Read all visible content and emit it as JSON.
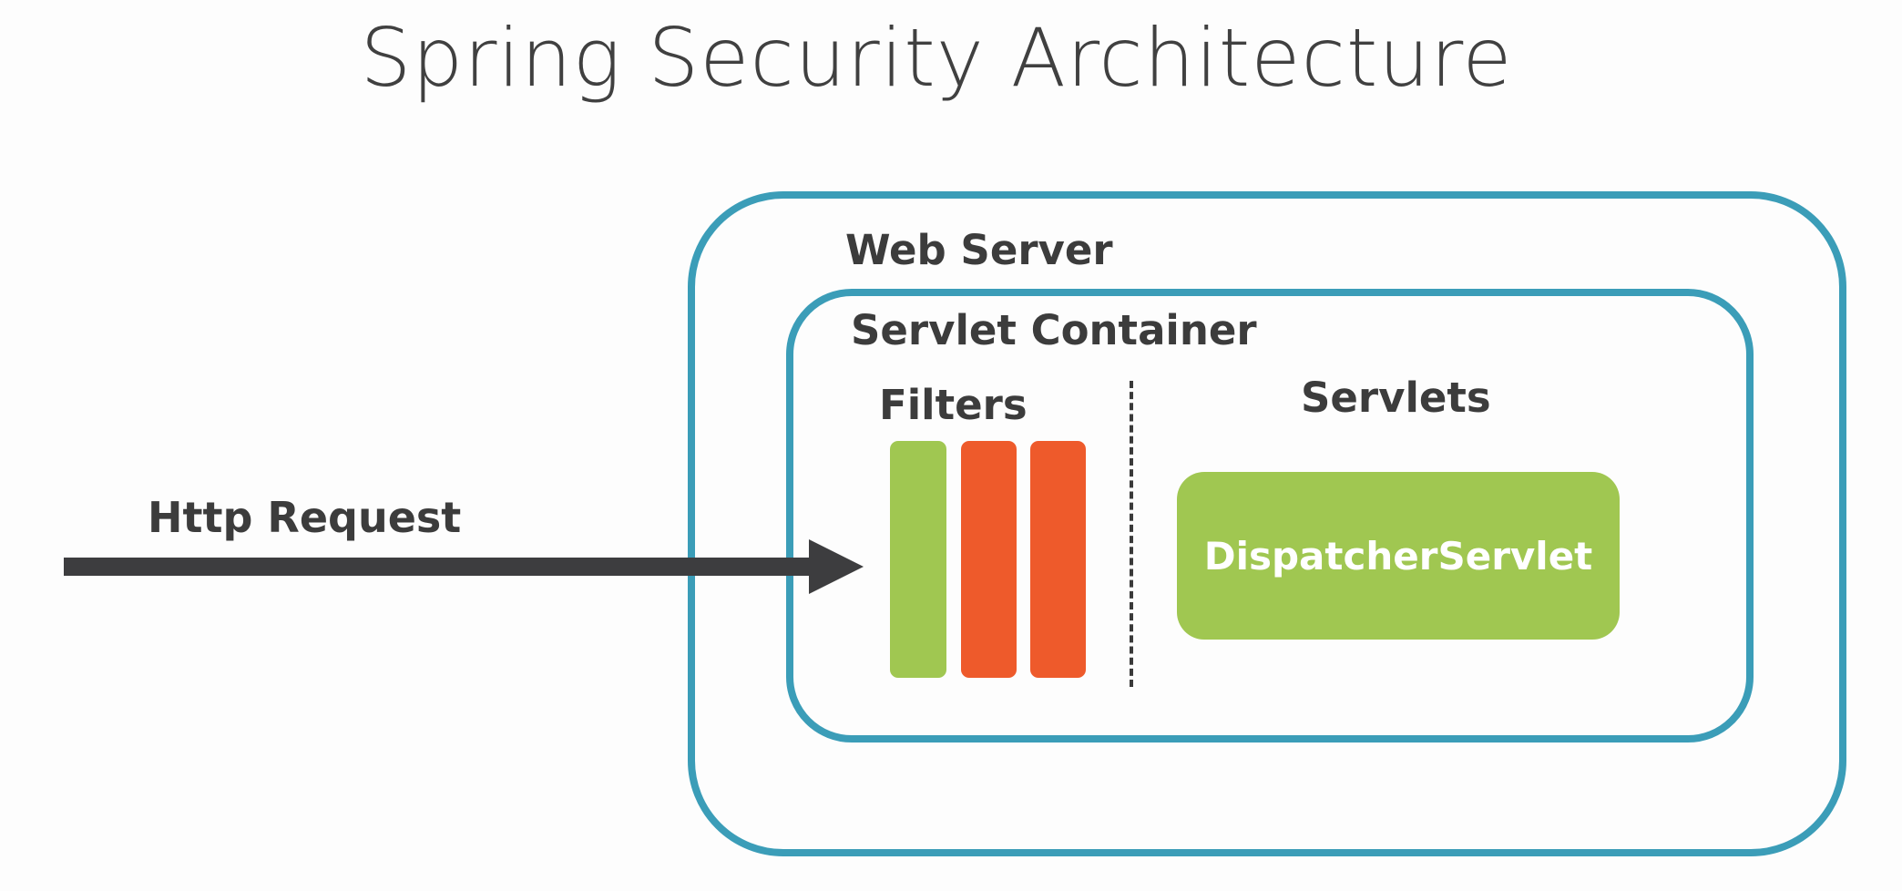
{
  "title": "Spring Security Architecture",
  "request": {
    "label": "Http Request"
  },
  "web_server": {
    "label": "Web Server"
  },
  "servlet_container": {
    "label": "Servlet Container"
  },
  "filters": {
    "label": "Filters",
    "items": [
      {
        "color": "#a0c751"
      },
      {
        "color": "#ee5a2b"
      },
      {
        "color": "#ee5a2b"
      }
    ]
  },
  "servlets": {
    "label": "Servlets",
    "dispatcher_label": "DispatcherServlet"
  },
  "colors": {
    "border": "#3b9db8",
    "green": "#a0c751",
    "orange": "#ee5a2b",
    "arrow": "#3d3d3f",
    "text": "#3c3c3c"
  }
}
